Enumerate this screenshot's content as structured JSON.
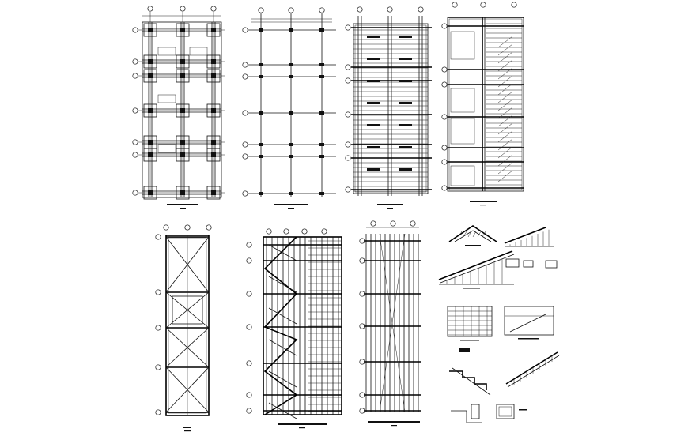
{
  "sheet": {
    "background": "#ffffff",
    "ink": "#111111",
    "drawings": [
      {
        "kind": "foundation-plan",
        "title_bar": true
      },
      {
        "kind": "column-plan",
        "title_bar": true
      },
      {
        "kind": "floor-framing-plan",
        "title_bar": true
      },
      {
        "kind": "slab-plan",
        "title_bar": true
      },
      {
        "kind": "truss-elevation",
        "title_bar": true
      },
      {
        "kind": "roof-framing-plan",
        "title_bar": true
      },
      {
        "kind": "purlin-plan",
        "title_bar": true
      },
      {
        "kind": "construction-details",
        "title_bar": true
      }
    ]
  }
}
